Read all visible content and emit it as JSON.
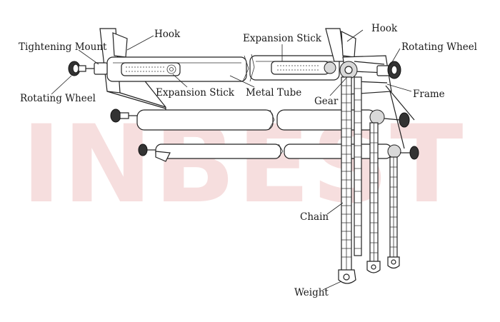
{
  "watermark": "INBEST",
  "labels": {
    "tightening_mount": "Tightening Mount",
    "hook_left": "Hook",
    "expansion_stick_top": "Expansion Stick",
    "hook_right": "Hook",
    "rotating_wheel_right": "Rotating Wheel",
    "rotating_wheel_left": "Rotating Wheel",
    "expansion_stick_mid": "Expansion Stick",
    "metal_tube": "Metal Tube",
    "gear": "Gear",
    "frame": "Frame",
    "chain": "Chain",
    "weight": "Weight"
  }
}
